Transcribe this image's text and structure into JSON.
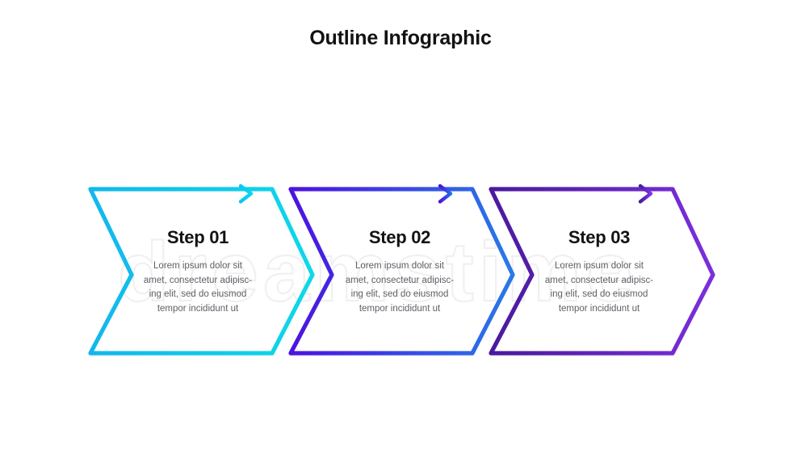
{
  "page": {
    "title": "Outline Infographic",
    "background": "#ffffff"
  },
  "steps": [
    {
      "id": "step-01",
      "title": "Step 01",
      "desc_lines": [
        "Lorem ipsum dolor sit",
        "amet, consectetur adipisc-",
        "ing elit, sed do eiusmod",
        "tempor incididunt ut"
      ],
      "arrow_name": "arrow-right-icon-1",
      "color_start": "#12B7EC",
      "color_end": "#0FD8E8",
      "arrow_color_start": "#07C8F0",
      "arrow_color_end": "#06D7F2"
    },
    {
      "id": "step-02",
      "title": "Step 02",
      "desc_lines": [
        "Lorem ipsum dolor sit",
        "amet, consectetur adipisc-",
        "ing elit, sed do eiusmod",
        "tempor incididunt ut"
      ],
      "arrow_name": "arrow-right-icon-2",
      "color_start": "#4B13E0",
      "color_end": "#2979E8",
      "arrow_color_start": "#5410DC",
      "arrow_color_end": "#1E6FE8"
    },
    {
      "id": "step-03",
      "title": "Step 03",
      "desc_lines": [
        "Lorem ipsum dolor sit",
        "amet, consectetur adipisc-",
        "ing elit, sed do eiusmod",
        "tempor incididunt ut"
      ],
      "arrow_name": "arrow-right-icon-3",
      "color_start": "#4A1A9E",
      "color_end": "#7B2FDB",
      "arrow_color_start": "#451F9C",
      "arrow_color_end": "#8231E8"
    }
  ],
  "watermark": {
    "text": "dreamstime",
    "visible": true
  },
  "chart_data": {
    "type": "diagram",
    "title": "Outline Infographic",
    "layout": "horizontal-chevron-process",
    "step_count": 3,
    "labels": [
      "Step 01",
      "Step 02",
      "Step 03"
    ],
    "connector": "arrow-right"
  }
}
